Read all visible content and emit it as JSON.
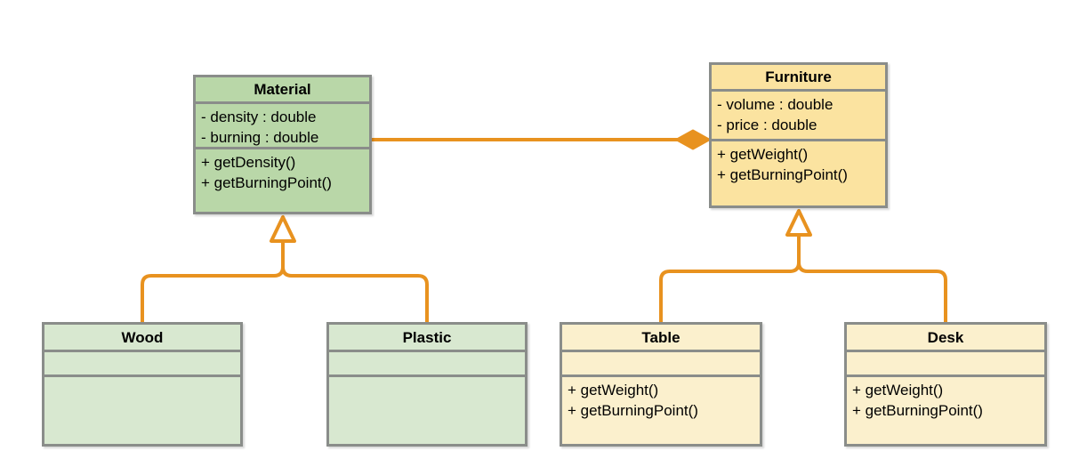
{
  "diagram": {
    "type": "uml-class-diagram",
    "title": "",
    "background": "#ffffff",
    "colors": {
      "relation_line": "#e8921f",
      "class_border": "#8a8d8a",
      "material_fill": "#b9d7a8",
      "furniture_fill": "#fbe3a0",
      "material_subclass_fill": "#d8e8d0",
      "furniture_subclass_fill": "#fbf0cd",
      "text": "#000000",
      "inheritance_arrow_fill": "#ffffff"
    }
  },
  "classes": {
    "material": {
      "name": "Material",
      "attributes": [
        "- density : double",
        "- burning : double"
      ],
      "operations": [
        "+ getDensity()",
        "+ getBurningPoint()"
      ]
    },
    "furniture": {
      "name": "Furniture",
      "attributes": [
        "- volume : double",
        "- price : double"
      ],
      "operations": [
        "+ getWeight()",
        "+ getBurningPoint()"
      ]
    },
    "wood": {
      "name": "Wood",
      "attributes": [],
      "operations": []
    },
    "plastic": {
      "name": "Plastic",
      "attributes": [],
      "operations": []
    },
    "table": {
      "name": "Table",
      "attributes": [],
      "operations": [
        "+ getWeight()",
        "+ getBurningPoint()"
      ]
    },
    "desk": {
      "name": "Desk",
      "attributes": [],
      "operations": [
        "+ getWeight()",
        "+ getBurningPoint()"
      ]
    }
  },
  "relations": [
    {
      "kind": "composition",
      "from": "Material",
      "to": "Furniture",
      "diamond_end": "Furniture",
      "label": ""
    },
    {
      "kind": "generalization",
      "from": "Wood",
      "to": "Material",
      "label": ""
    },
    {
      "kind": "generalization",
      "from": "Plastic",
      "to": "Material",
      "label": ""
    },
    {
      "kind": "generalization",
      "from": "Table",
      "to": "Furniture",
      "label": ""
    },
    {
      "kind": "generalization",
      "from": "Desk",
      "to": "Furniture",
      "label": ""
    }
  ]
}
